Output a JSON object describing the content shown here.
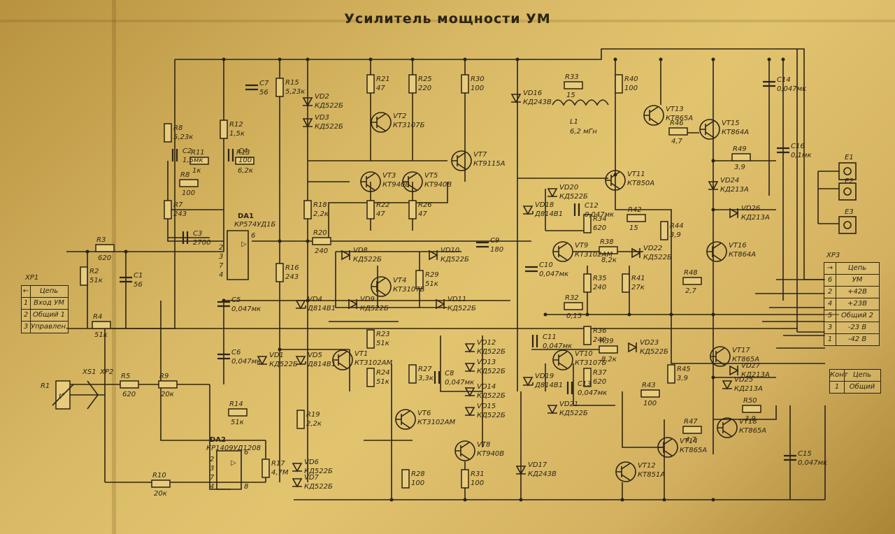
{
  "title": "Усилитель мощности УМ",
  "components": [
    {
      "id": "R3",
      "name": "R3",
      "value": "620"
    },
    {
      "id": "R2",
      "name": "R2",
      "value": "51к"
    },
    {
      "id": "R4",
      "name": "R4",
      "value": "51к"
    },
    {
      "id": "R5",
      "name": "R5",
      "value": "620"
    },
    {
      "id": "R9",
      "name": "R9",
      "value": "20к"
    },
    {
      "id": "R10",
      "name": "R10",
      "value": "20к"
    },
    {
      "id": "R8a",
      "name": "R8",
      "value": "5,23к"
    },
    {
      "id": "R11",
      "name": "R11",
      "value": "1к"
    },
    {
      "id": "R8b",
      "name": "R8",
      "value": "100"
    },
    {
      "id": "R7",
      "name": "R7",
      "value": "243"
    },
    {
      "id": "R12",
      "name": "R12",
      "value": "1,5к"
    },
    {
      "id": "R13",
      "name": "R13",
      "value": "6,2к"
    },
    {
      "id": "R15",
      "name": "R15",
      "value": "5,23к"
    },
    {
      "id": "R16",
      "name": "R16",
      "value": "243"
    },
    {
      "id": "R18",
      "name": "R18",
      "value": "2,2к"
    },
    {
      "id": "R19",
      "name": "R19",
      "value": "2,2к"
    },
    {
      "id": "R20",
      "name": "R20",
      "value": "240"
    },
    {
      "id": "R14",
      "name": "R14",
      "value": "51к"
    },
    {
      "id": "R17",
      "name": "R17",
      "value": "4,7М"
    },
    {
      "id": "R21",
      "name": "R21",
      "value": "47"
    },
    {
      "id": "R22",
      "name": "R22",
      "value": "47"
    },
    {
      "id": "R23",
      "name": "R23",
      "value": "51к"
    },
    {
      "id": "R24",
      "name": "R24",
      "value": "51к"
    },
    {
      "id": "R25",
      "name": "R25",
      "value": "220"
    },
    {
      "id": "R26",
      "name": "R26",
      "value": "47"
    },
    {
      "id": "R27",
      "name": "R27",
      "value": "3,3к"
    },
    {
      "id": "R28",
      "name": "R28",
      "value": "100"
    },
    {
      "id": "R29",
      "name": "R29",
      "value": "51к"
    },
    {
      "id": "R30",
      "name": "R30",
      "value": "100"
    },
    {
      "id": "R31",
      "name": "R31",
      "value": "100"
    },
    {
      "id": "R32",
      "name": "R32",
      "value": "0,15"
    },
    {
      "id": "R33",
      "name": "R33",
      "value": "15"
    },
    {
      "id": "R34",
      "name": "R34",
      "value": "620"
    },
    {
      "id": "R35",
      "name": "R35",
      "value": "240"
    },
    {
      "id": "R36",
      "name": "R36",
      "value": "240"
    },
    {
      "id": "R37",
      "name": "R37",
      "value": "620"
    },
    {
      "id": "R38",
      "name": "R38",
      "value": "8,2к"
    },
    {
      "id": "R39",
      "name": "R39",
      "value": "8,2к"
    },
    {
      "id": "R40",
      "name": "R40",
      "value": "100"
    },
    {
      "id": "R41",
      "name": "R41",
      "value": "27к"
    },
    {
      "id": "R42",
      "name": "R42",
      "value": "15"
    },
    {
      "id": "R43",
      "name": "R43",
      "value": "100"
    },
    {
      "id": "R44",
      "name": "R44",
      "value": "3,9"
    },
    {
      "id": "R45",
      "name": "R45",
      "value": "3,9"
    },
    {
      "id": "R46",
      "name": "R46",
      "value": "4,7"
    },
    {
      "id": "R47",
      "name": "R47",
      "value": "4,7"
    },
    {
      "id": "R48",
      "name": "R48",
      "value": "2,7"
    },
    {
      "id": "R49",
      "name": "R49",
      "value": "3,9"
    },
    {
      "id": "R50",
      "name": "R50",
      "value": "3,9"
    },
    {
      "id": "C1",
      "name": "C1",
      "value": "56"
    },
    {
      "id": "C2",
      "name": "C2",
      "value": "1,5мк"
    },
    {
      "id": "C3",
      "name": "C3",
      "value": "2700"
    },
    {
      "id": "C4",
      "name": "C4",
      "value": "100"
    },
    {
      "id": "C5",
      "name": "C5",
      "value": "0,047мк"
    },
    {
      "id": "C6",
      "name": "C6",
      "value": "0,047мк"
    },
    {
      "id": "C7",
      "name": "C7",
      "value": "56"
    },
    {
      "id": "C8",
      "name": "C8",
      "value": "0,047мк"
    },
    {
      "id": "C9",
      "name": "C9",
      "value": "180"
    },
    {
      "id": "C10",
      "name": "C10",
      "value": "0,047мк"
    },
    {
      "id": "C11",
      "name": "C11",
      "value": "0,047мк"
    },
    {
      "id": "C12",
      "name": "C12",
      "value": "0,047мк"
    },
    {
      "id": "C13",
      "name": "C13",
      "value": "0,047мк"
    },
    {
      "id": "C14",
      "name": "C14",
      "value": "0,047мк"
    },
    {
      "id": "C15",
      "name": "C15",
      "value": "0,047мк"
    },
    {
      "id": "C16",
      "name": "C16",
      "value": "0,1мк"
    },
    {
      "id": "VD1",
      "name": "VD1",
      "value": "КД522Б"
    },
    {
      "id": "VD2",
      "name": "VD2",
      "value": "КД522Б"
    },
    {
      "id": "VD3",
      "name": "VD3",
      "value": "КД522Б"
    },
    {
      "id": "VD4",
      "name": "VD4",
      "value": "Д814В1"
    },
    {
      "id": "VD5",
      "name": "VD5",
      "value": "Д814В1"
    },
    {
      "id": "VD6",
      "name": "VD6",
      "value": "КД522Б"
    },
    {
      "id": "VD7",
      "name": "VD7",
      "value": "КД522Б"
    },
    {
      "id": "VD8",
      "name": "VD8",
      "value": "КД522Б"
    },
    {
      "id": "VD9",
      "name": "VD9",
      "value": "КД522Б"
    },
    {
      "id": "VD10",
      "name": "VD10",
      "value": "КД522Б"
    },
    {
      "id": "VD11",
      "name": "VD11",
      "value": "КД522Б"
    },
    {
      "id": "VD12",
      "name": "VD12",
      "value": "КД522Б"
    },
    {
      "id": "VD13",
      "name": "VD13",
      "value": "КД522Б"
    },
    {
      "id": "VD14",
      "name": "VD14",
      "value": "КД522Б"
    },
    {
      "id": "VD15",
      "name": "VD15",
      "value": "КД522Б"
    },
    {
      "id": "VD16",
      "name": "VD16",
      "value": "КД243В"
    },
    {
      "id": "VD17",
      "name": "VD17",
      "value": "КД243В"
    },
    {
      "id": "VD18",
      "name": "VD18",
      "value": "Д814В1"
    },
    {
      "id": "VD19",
      "name": "VD19",
      "value": "Д814В1"
    },
    {
      "id": "VD20",
      "name": "VD20",
      "value": "КД522Б"
    },
    {
      "id": "VD21",
      "name": "VD21",
      "value": "КД522Б"
    },
    {
      "id": "VD22",
      "name": "VD22",
      "value": "КД522Б"
    },
    {
      "id": "VD23",
      "name": "VD23",
      "value": "КД522Б"
    },
    {
      "id": "VD24",
      "name": "VD24",
      "value": "КД213А"
    },
    {
      "id": "VD25",
      "name": "VD25",
      "value": "КД213А"
    },
    {
      "id": "VD26",
      "name": "VD26",
      "value": "КД213А"
    },
    {
      "id": "VD27",
      "name": "VD27",
      "value": "КД213А"
    },
    {
      "id": "VT1",
      "name": "VT1",
      "value": "КТ3102АМ"
    },
    {
      "id": "VT2",
      "name": "VT2",
      "value": "КТ3107Б"
    },
    {
      "id": "VT3",
      "name": "VT3",
      "value": "КТ940В"
    },
    {
      "id": "VT4",
      "name": "VT4",
      "value": "КТ3107Б"
    },
    {
      "id": "VT5",
      "name": "VT5",
      "value": "КТ940В"
    },
    {
      "id": "VT6",
      "name": "VT6",
      "value": "КТ3102АМ"
    },
    {
      "id": "VT7",
      "name": "VT7",
      "value": "КТ9115А"
    },
    {
      "id": "VT8",
      "name": "VT8",
      "value": "КТ940В"
    },
    {
      "id": "VT9",
      "name": "VT9",
      "value": "КТ3102АМ"
    },
    {
      "id": "VT10",
      "name": "VT10",
      "value": "КТ3107Б"
    },
    {
      "id": "VT11",
      "name": "VT11",
      "value": "КТ850А"
    },
    {
      "id": "VT12",
      "name": "VT12",
      "value": "КТ851А"
    },
    {
      "id": "VT13",
      "name": "VT13",
      "value": "КТ865А"
    },
    {
      "id": "VT14",
      "name": "VT14",
      "value": "КТ865А"
    },
    {
      "id": "VT15",
      "name": "VT15",
      "value": "КТ864А"
    },
    {
      "id": "VT16",
      "name": "VT16",
      "value": "КТ864А"
    },
    {
      "id": "VT17",
      "name": "VT17",
      "value": "КТ865А"
    },
    {
      "id": "VT18",
      "name": "VT18",
      "value": "КТ865А"
    },
    {
      "id": "DA1",
      "name": "DA1",
      "value": "КР574УД1Б"
    },
    {
      "id": "DA2",
      "name": "DA2",
      "value": "КР1409УД1208"
    },
    {
      "id": "L1",
      "name": "L1",
      "value": "6,2 мГн"
    },
    {
      "id": "R1",
      "name": "R1",
      "value": "t°"
    }
  ],
  "misc": {
    "E1": "E1",
    "E2": "E2",
    "E3": "E3",
    "XS1": "XS1",
    "XP2": "XP2",
    "da1_pins": [
      "2",
      "3",
      "7",
      "4",
      "6"
    ],
    "da2_pins": [
      "2",
      "3",
      "7",
      "4",
      "6",
      "8"
    ]
  },
  "xp1": {
    "name": "XP1",
    "col2": "Цепь",
    "rows": [
      [
        "1",
        "Вход УМ"
      ],
      [
        "2",
        "Общий 1"
      ],
      [
        "3",
        "Управлен."
      ]
    ]
  },
  "xp3": {
    "name": "XP3",
    "col2": "Цепь",
    "rows": [
      [
        "6",
        "УМ"
      ],
      [
        "2",
        "+42В"
      ],
      [
        "4",
        "+23В"
      ],
      [
        "5",
        "Общий 2"
      ],
      [
        "3",
        "-23 В"
      ],
      [
        "1",
        "-42 В"
      ]
    ]
  },
  "xs3": {
    "col1": "Конт",
    "col2": "Цепь",
    "rows": [
      [
        "1",
        "Общий"
      ]
    ]
  }
}
